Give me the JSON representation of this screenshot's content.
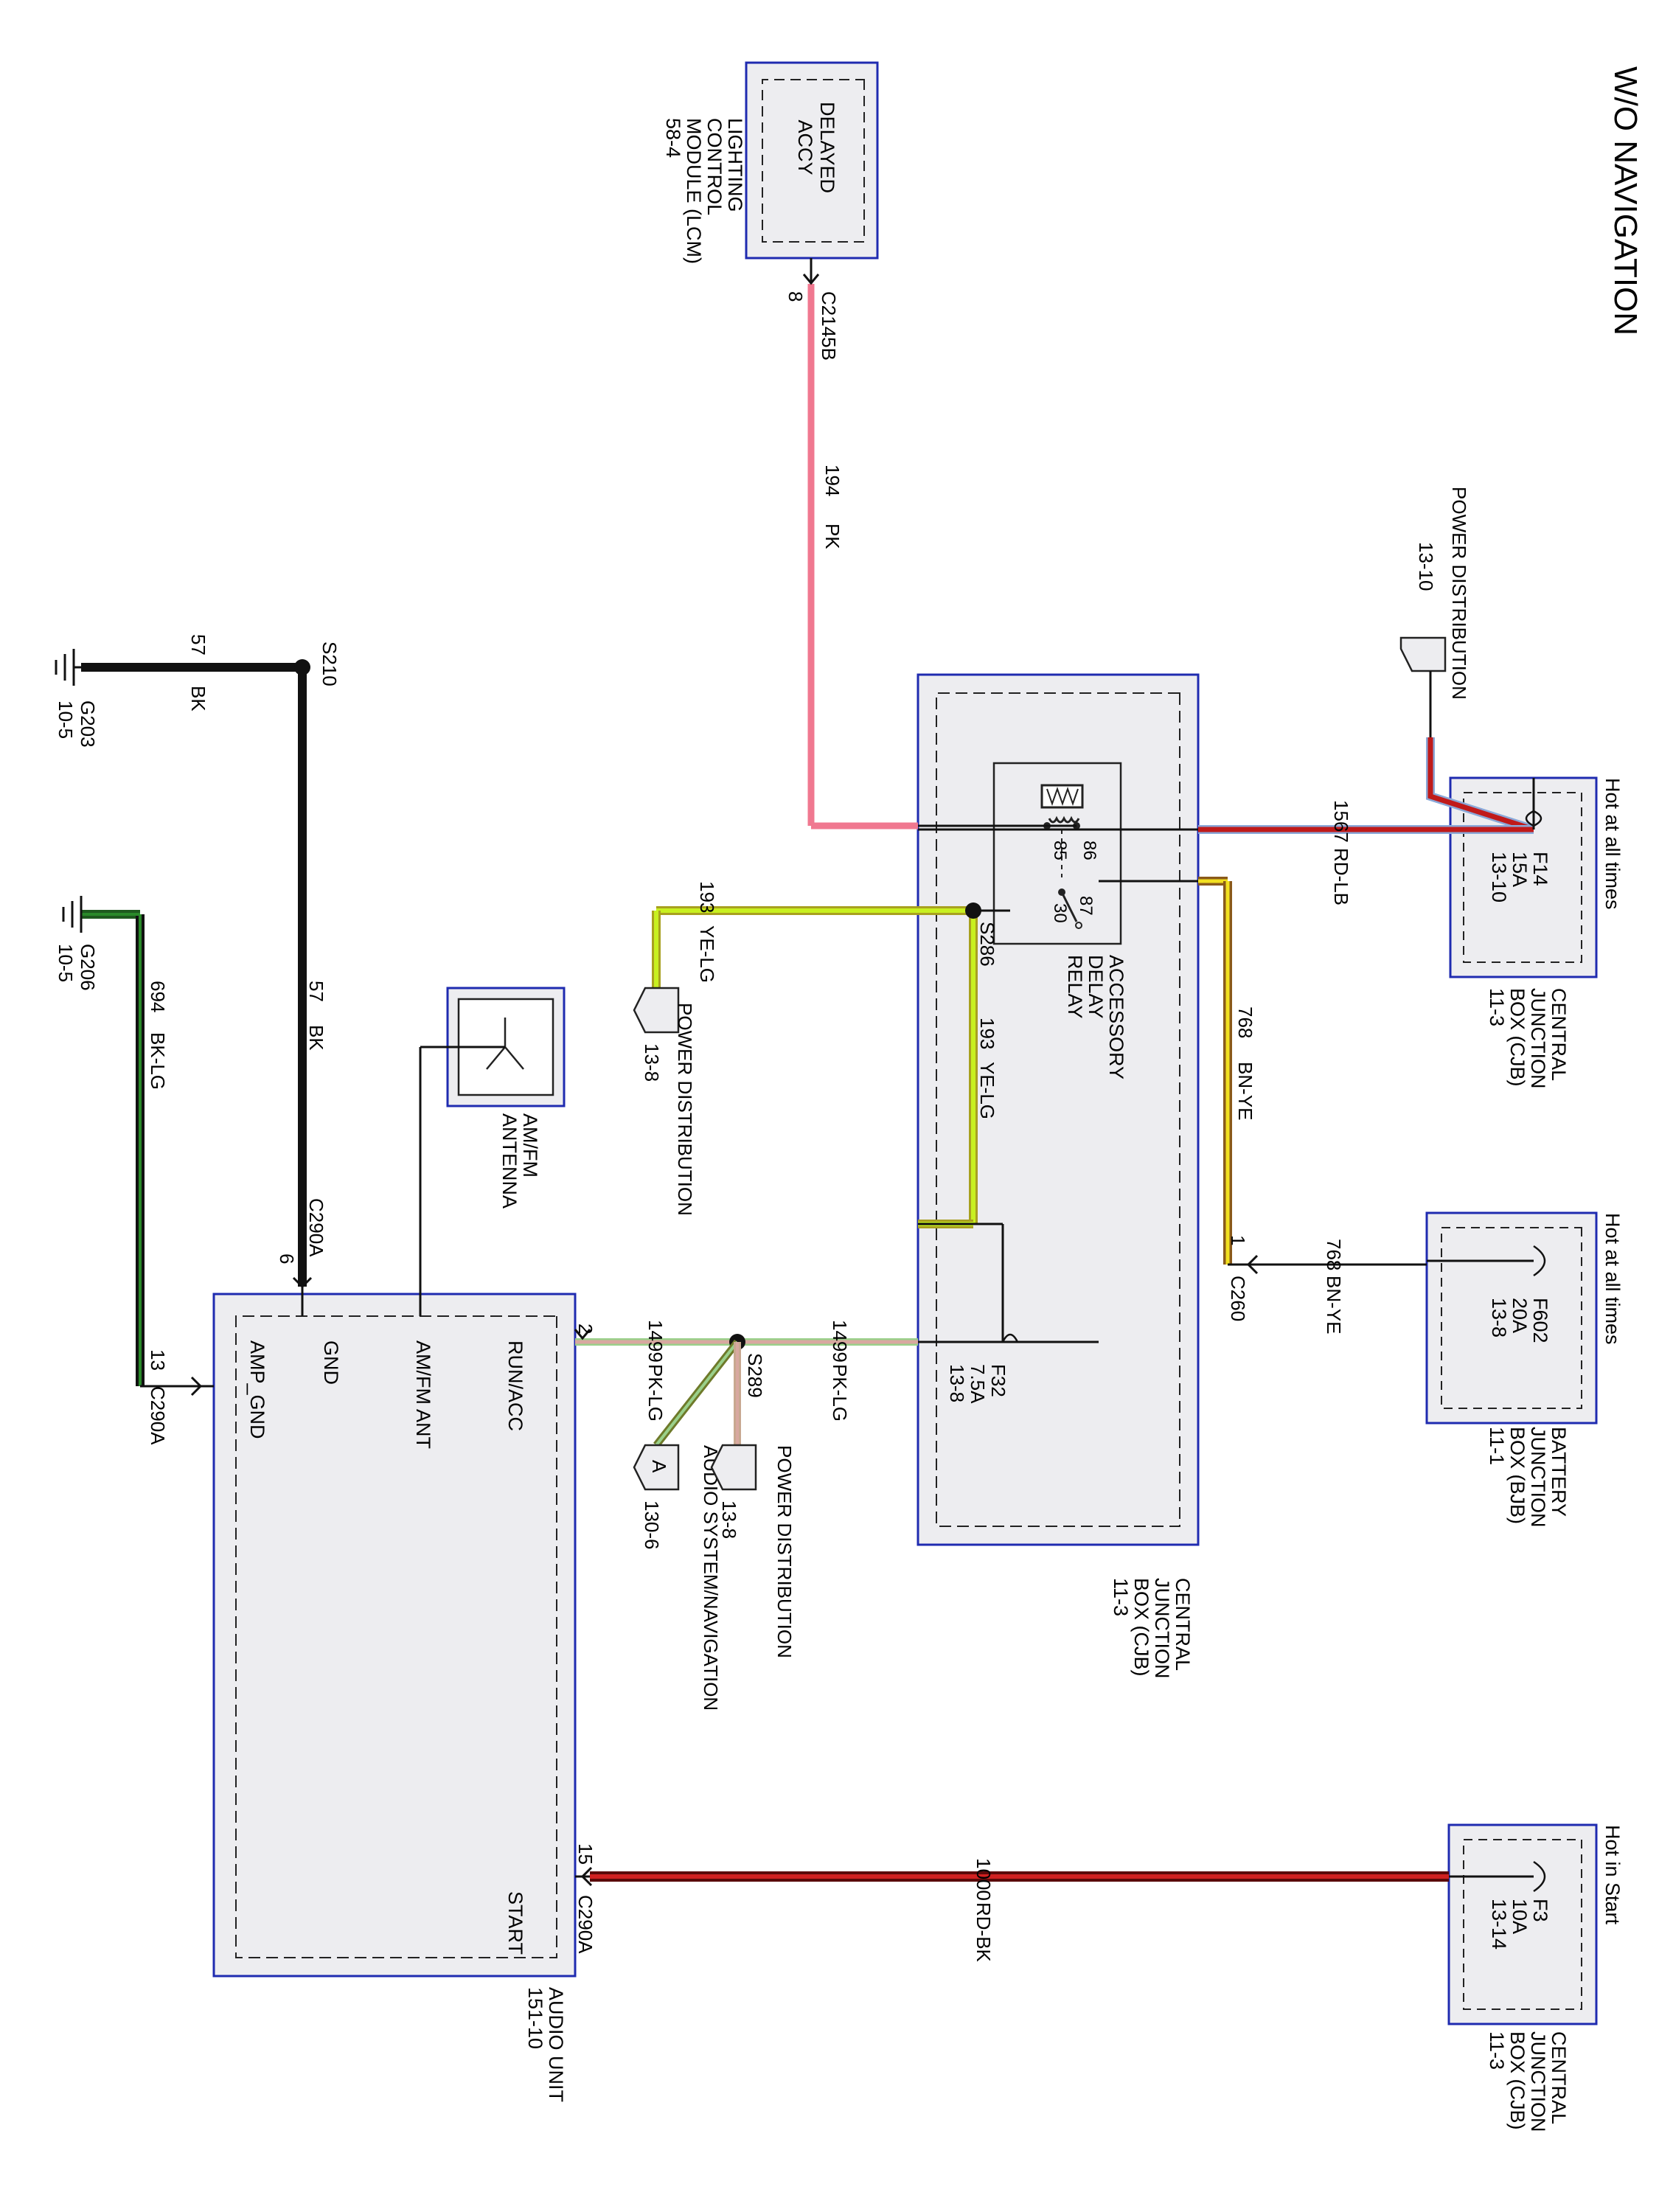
{
  "title": "W/O NAVIGATION",
  "colors": {
    "box_border": "#1f2bb0",
    "box_fill": "#ededf0",
    "pink": "#f07890",
    "red": "#c01a1a",
    "yellow": "#f2e020",
    "lime": "#c8f020",
    "brown": "#8a5a1a",
    "black": "#111111",
    "darkgreen": "#1e5a1e",
    "lightgreen": "#9ad08a",
    "olive": "#6e7a2a",
    "tan": "#c8a890"
  },
  "lcm": {
    "name": [
      "LIGHTING",
      "CONTROL",
      "MODULE (LCM)",
      "58-4"
    ],
    "pin_label": [
      "DELAYED",
      "ACCY"
    ],
    "connector": "C2145B",
    "pin": "8"
  },
  "wire_194": {
    "circuit": "194",
    "color_code": "PK"
  },
  "power_distribution_top": {
    "name": "POWER DISTRIBUTION",
    "ref": "13-10"
  },
  "cjb_f14": {
    "header": "Hot at all times",
    "fuse": [
      "F14",
      "15A",
      "13-10"
    ],
    "name": [
      "CENTRAL",
      "JUNCTION",
      "BOX (CJB)",
      "11-3"
    ]
  },
  "wire_1567": {
    "circuit": "1567",
    "color_code": "RD-LB"
  },
  "relay": {
    "name": [
      "ACCESSORY",
      "DELAY",
      "RELAY"
    ],
    "pins": [
      "85",
      "86",
      "87",
      "30"
    ]
  },
  "wire_768_a": {
    "circuit": "768",
    "color_code": "BN-YE"
  },
  "wire_768_b": {
    "circuit": "768",
    "color_code": "BN-YE",
    "connector": "C260",
    "pin": "1"
  },
  "bjb": {
    "header": "Hot at all times",
    "fuse": [
      "F602",
      "20A",
      "13-8"
    ],
    "name": [
      "BATTERY",
      "JUNCTION",
      "BOX (BJB)",
      "11-1"
    ]
  },
  "cjb_main": {
    "name": [
      "CENTRAL",
      "JUNCTION",
      "BOX (CJB)",
      "11-3"
    ],
    "fuse": [
      "F32",
      "7.5A",
      "13-8"
    ]
  },
  "wire_193_a": {
    "circuit": "193",
    "color_code": "YE-LG"
  },
  "wire_193_b": {
    "circuit": "193",
    "color_code": "YE-LG",
    "splice": "S286"
  },
  "power_distribution_mid": {
    "name": "POWER DISTRIBUTION",
    "ref": "13-8"
  },
  "antenna": {
    "name": [
      "AM/FM",
      "ANTENNA"
    ]
  },
  "wire_1499_a": {
    "circuit": "1499",
    "color_code": "PK-LG"
  },
  "wire_1499_b": {
    "circuit": "1499",
    "color_code": "PK-LG",
    "splice": "S289"
  },
  "audio_sys_nav": {
    "letter": "A",
    "name": "AUDIO SYSTEM/NAVIGATION",
    "ref": "130-6"
  },
  "power_distribution_low": {
    "name": "POWER DISTRIBUTION",
    "ref": "13-8"
  },
  "ground_g203": {
    "name": "G203",
    "ref": "10-5"
  },
  "wire_57_a": {
    "circuit": "57",
    "color_code": "BK",
    "splice": "S210"
  },
  "wire_57_b": {
    "circuit": "57",
    "color_code": "BK"
  },
  "ground_g206": {
    "name": "G206",
    "ref": "10-5"
  },
  "wire_694": {
    "circuit": "694",
    "color_code": "BK-LG"
  },
  "audio_unit": {
    "name": [
      "AUDIO UNIT",
      "151-10"
    ],
    "pins": [
      "RUN/ACC",
      "AM/FM ANT",
      "GND",
      "AMP_GND",
      "START"
    ],
    "connectors": {
      "gnd": "C290A",
      "gnd_pin": "6",
      "amp": "C290A",
      "amp_pin": "13",
      "run_pin": "2",
      "start": "C290A",
      "start_pin": "15"
    }
  },
  "cjb_f3": {
    "header": "Hot in Start",
    "fuse": [
      "F3",
      "10A",
      "13-14"
    ],
    "name": [
      "CENTRAL",
      "JUNCTION",
      "BOX (CJB)",
      "11-3"
    ]
  },
  "wire_1000": {
    "circuit": "1000",
    "color_code": "RD-BK"
  }
}
